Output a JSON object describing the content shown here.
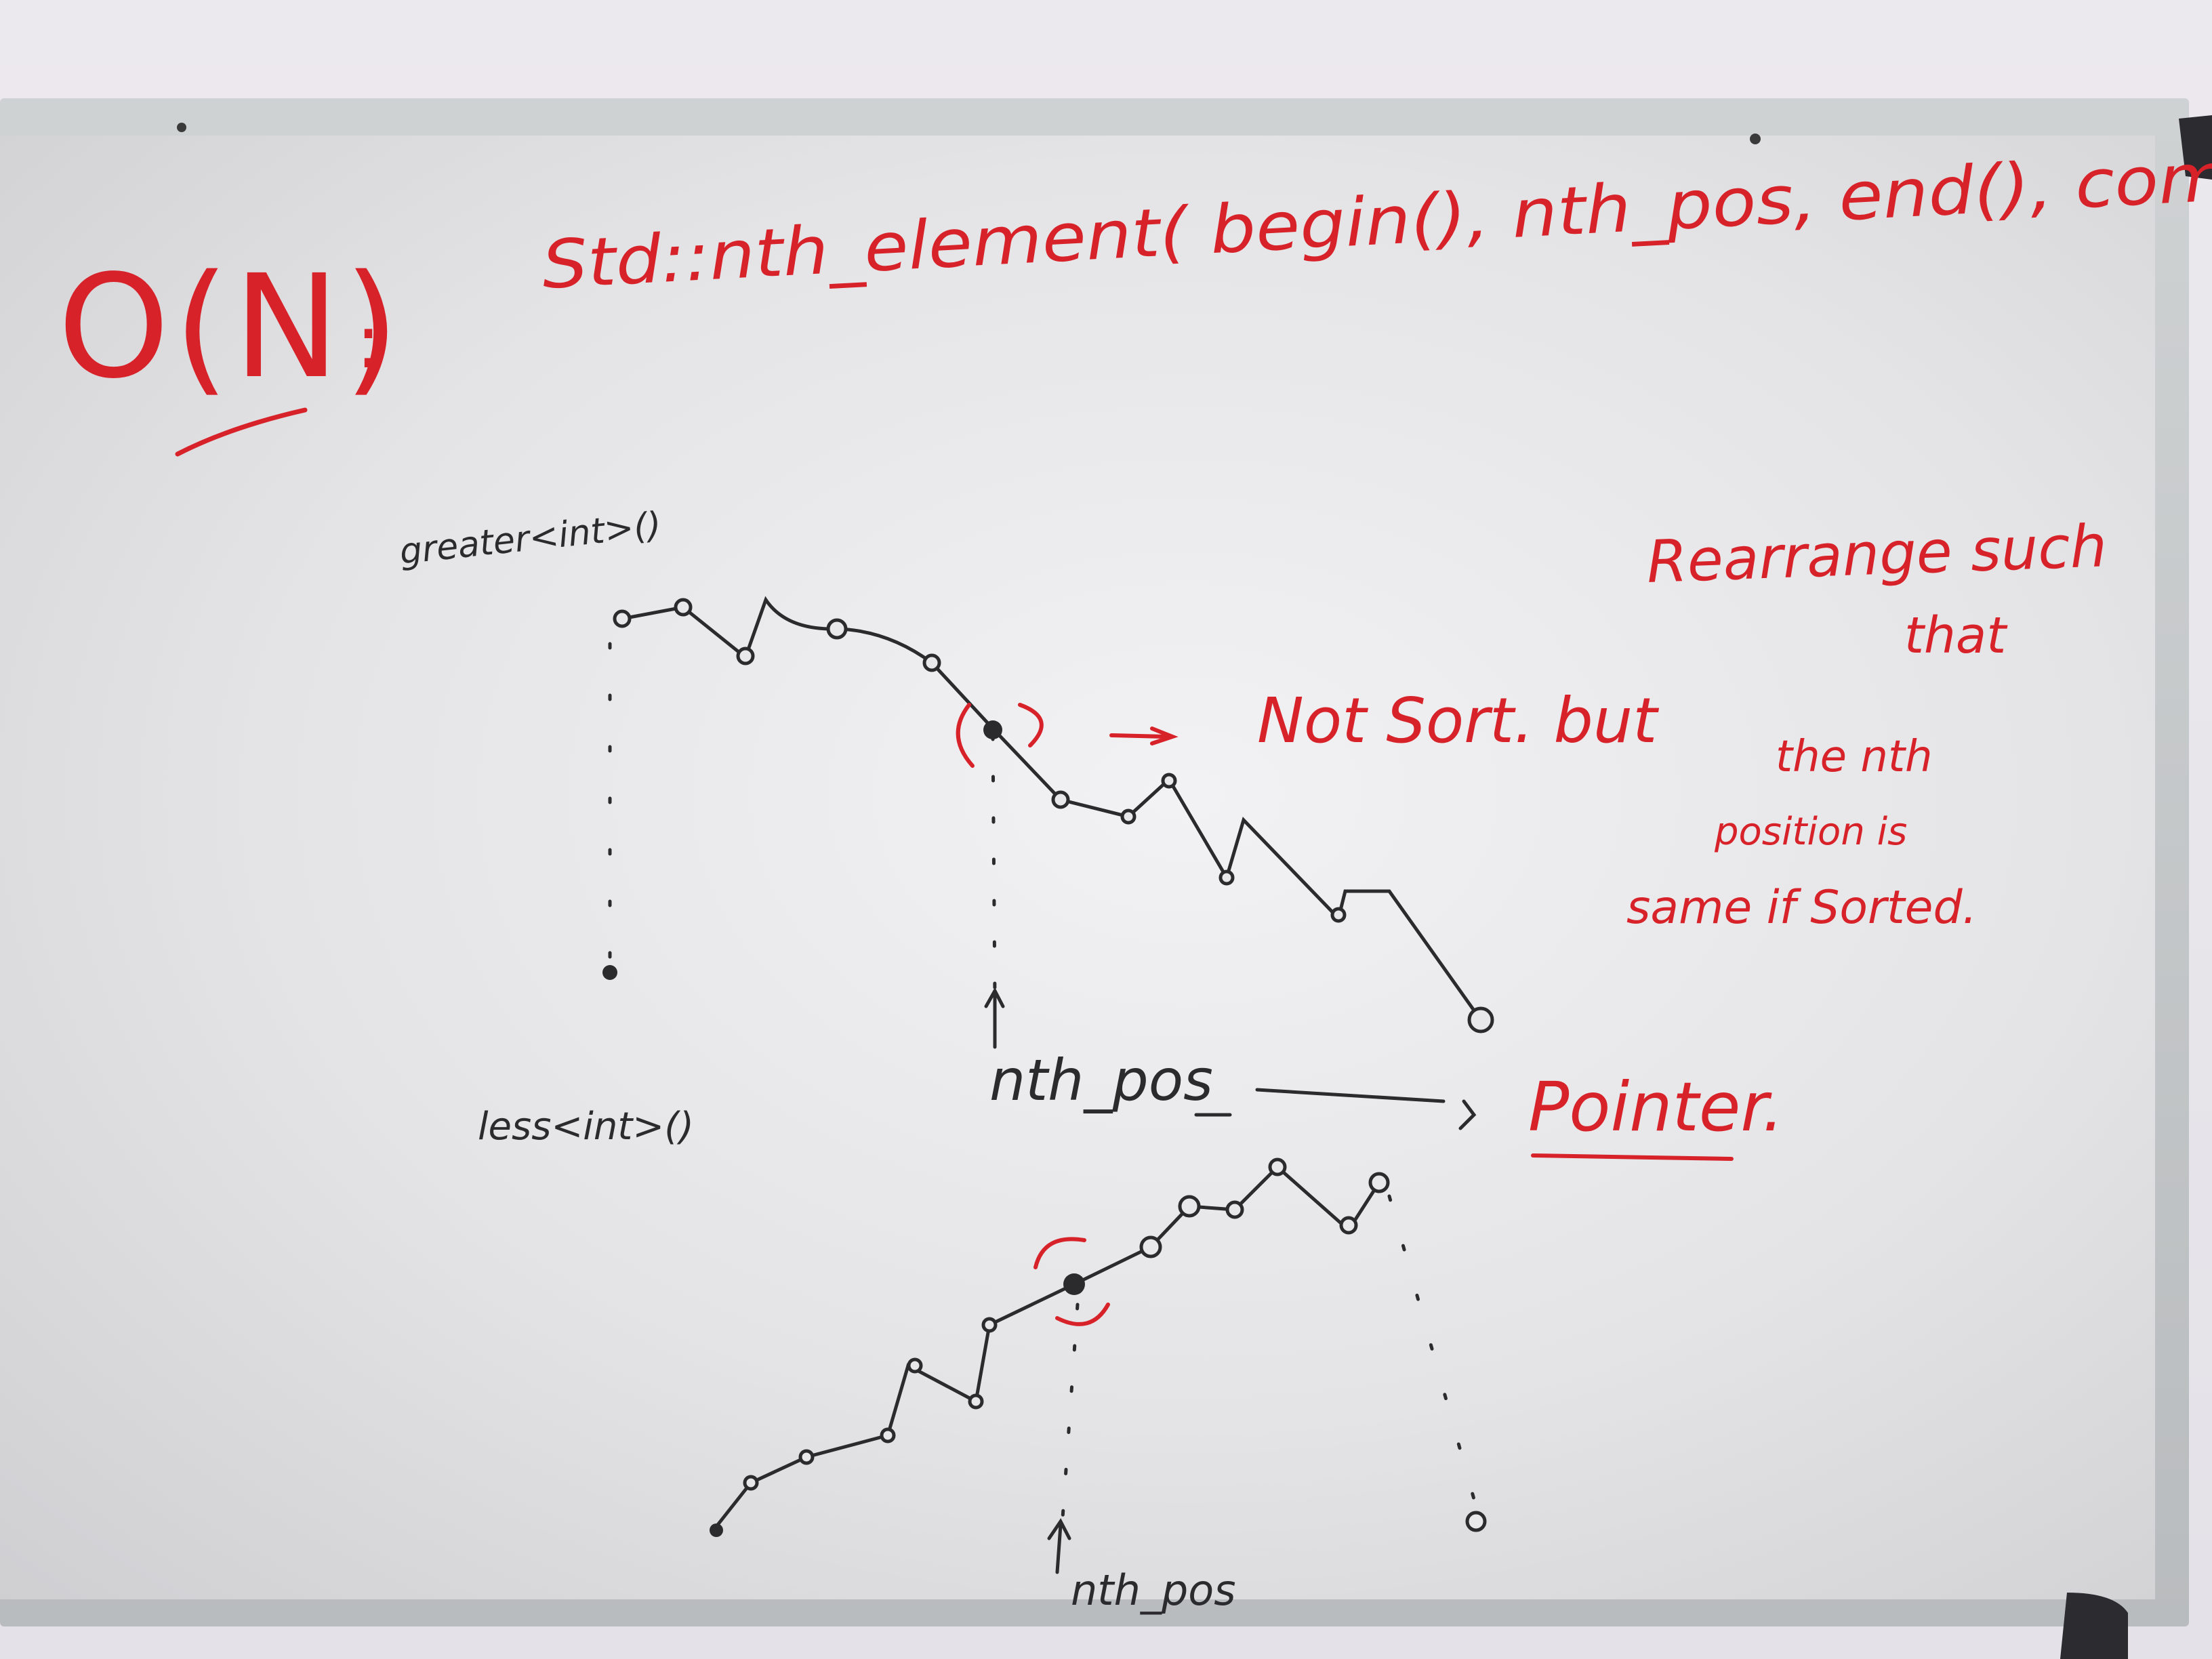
{
  "board": {
    "complexity": "O(N)",
    "colon": ":",
    "code_call": "Std::nth_element( begin(), nth_pos, end(), compare);"
  },
  "top_graph": {
    "comparator_label": "greater<int>()",
    "pivot_label": "nth_pos",
    "arrow_note": "Not Sort. but",
    "pointer_label": "Pointer."
  },
  "notes": {
    "line1": "Rearrange such",
    "line2": "that",
    "line3": "the nth",
    "line4": "position is",
    "line5": "same if Sorted."
  },
  "bottom_graph": {
    "comparator_label": "less<int>()",
    "pivot_label": "nth_pos"
  },
  "colors": {
    "red_marker": "#d8222a",
    "black_marker": "#2b2b2e",
    "board": "#ececee",
    "frame": "#c4c7c9"
  }
}
